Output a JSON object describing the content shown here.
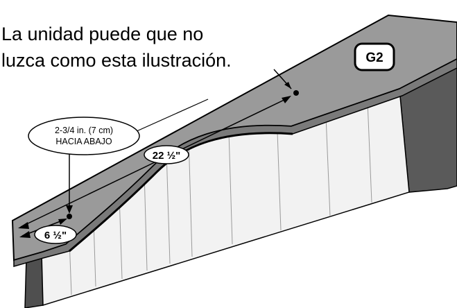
{
  "note": {
    "line1": "La unidad puede que no",
    "line2": "luzca como esta ilustración."
  },
  "part_label": "G2",
  "callouts": {
    "drop_line1": "2-3/4 in. (7 cm)",
    "drop_line2": "HACIA ABAJO",
    "width_total": "22 ½\"",
    "width_side": "6 ½\""
  },
  "colors": {
    "cornice_top": "#9a9a9a",
    "cornice_end": "#5a5a5a",
    "shade_fabric": "#f2f2f2",
    "outline": "#000000"
  }
}
